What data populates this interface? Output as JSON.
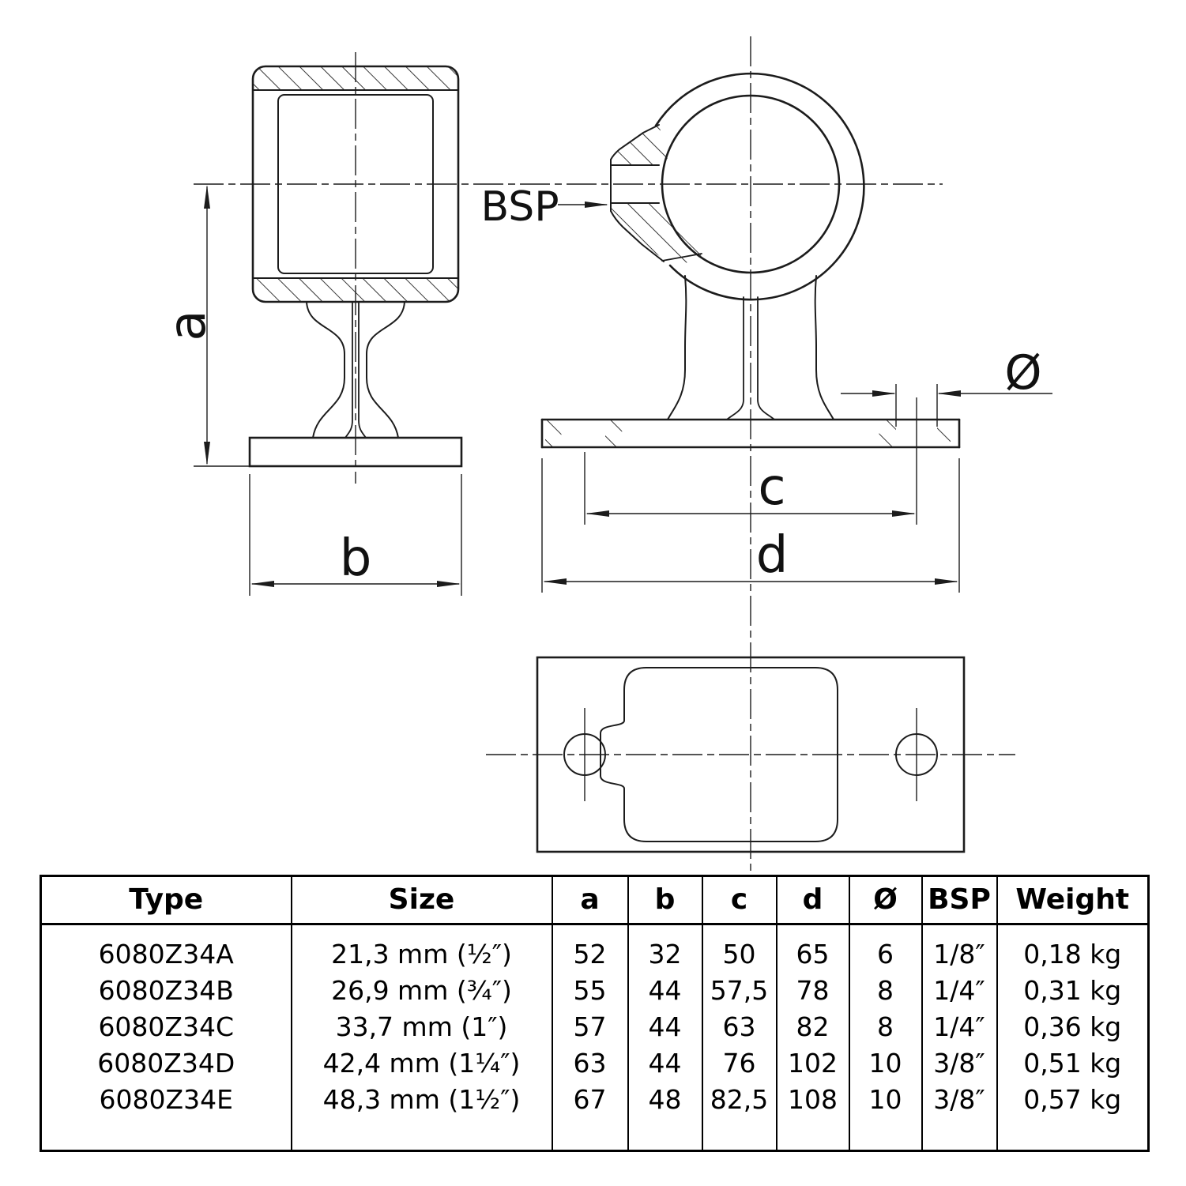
{
  "drawing": {
    "line_color": "#1c1c1c",
    "labels": {
      "a": "a",
      "b": "b",
      "c": "c",
      "d": "d",
      "diameter": "Ø",
      "bsp": "BSP"
    }
  },
  "table": {
    "headers": [
      "Type",
      "Size",
      "a",
      "b",
      "c",
      "d",
      "Ø",
      "BSP",
      "Weight"
    ],
    "rows": [
      {
        "type": "6080Z34A",
        "size": "21,3 mm (½″)",
        "a": "52",
        "b": "32",
        "c": "50",
        "d": "65",
        "dia": "6",
        "bsp": "1/8″",
        "weight": "0,18 kg"
      },
      {
        "type": "6080Z34B",
        "size": "26,9 mm (¾″)",
        "a": "55",
        "b": "44",
        "c": "57,5",
        "d": "78",
        "dia": "8",
        "bsp": "1/4″",
        "weight": "0,31 kg"
      },
      {
        "type": "6080Z34C",
        "size": "33,7 mm (1″)",
        "a": "57",
        "b": "44",
        "c": "63",
        "d": "82",
        "dia": "8",
        "bsp": "1/4″",
        "weight": "0,36 kg"
      },
      {
        "type": "6080Z34D",
        "size": "42,4 mm (1¼″)",
        "a": "63",
        "b": "44",
        "c": "76",
        "d": "102",
        "dia": "10",
        "bsp": "3/8″",
        "weight": "0,51 kg"
      },
      {
        "type": "6080Z34E",
        "size": "48,3 mm (1½″)",
        "a": "67",
        "b": "48",
        "c": "82,5",
        "d": "108",
        "dia": "10",
        "bsp": "3/8″",
        "weight": "0,57 kg"
      }
    ]
  }
}
